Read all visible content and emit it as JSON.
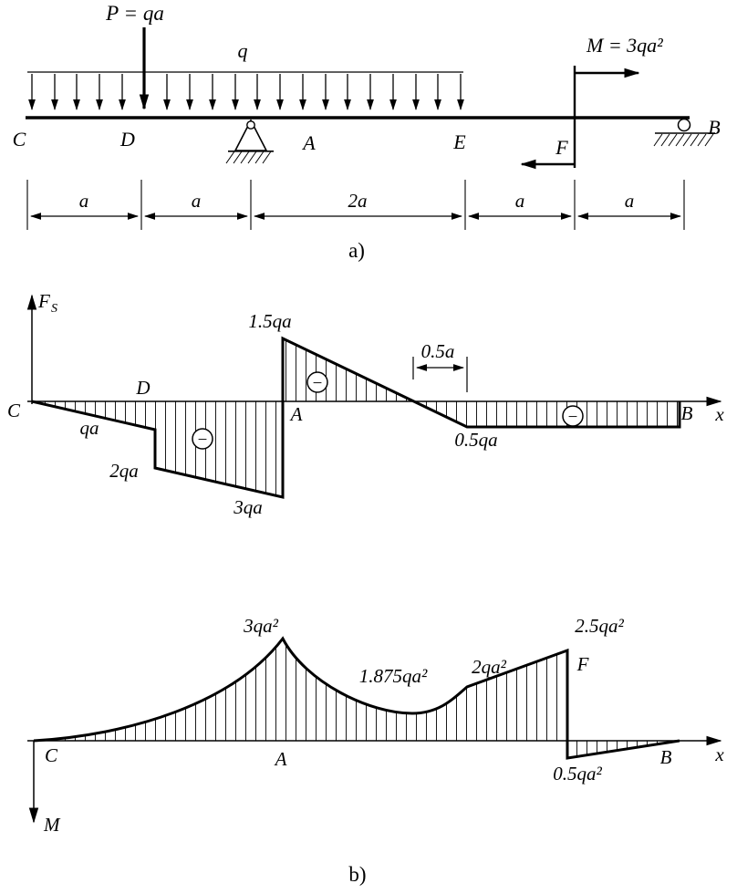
{
  "beam": {
    "point_load_label": "P = qa",
    "uniform_load_label": "q",
    "applied_moment_label": "M = 3qa²",
    "point_c": "C",
    "point_d": "D",
    "point_a": "A",
    "point_e": "E",
    "point_f": "F",
    "point_b": "B",
    "dim_a1": "a",
    "dim_a2": "a",
    "dim_2a": "2a",
    "dim_a4": "a",
    "dim_a5": "a",
    "caption": "a)"
  },
  "shear": {
    "axis_symbol": "F",
    "axis_subscript": "S",
    "x_label": "x",
    "point_c": "C",
    "point_d": "D",
    "point_a": "A",
    "point_b": "B",
    "val_qa": "qa",
    "val_2qa": "2qa",
    "val_3qa": "3qa",
    "val_1_5qa": "1.5qa",
    "val_0_5qa": "0.5qa",
    "dim_half_a": "0.5a",
    "minus": "−"
  },
  "moment": {
    "axis_symbol": "M",
    "x_label": "x",
    "point_c": "C",
    "point_a": "A",
    "point_f": "F",
    "point_b": "B",
    "val_peak": "3qa²",
    "val_local": "1.875qa²",
    "val_at_e": "2qa²",
    "val_at_f": "2.5qa²",
    "val_after_f": "0.5qa²",
    "caption": "b)"
  },
  "chart_data": [
    {
      "type": "line",
      "title": "Shear force diagram Fs(x)",
      "x_unit": "a",
      "y_unit": "qa",
      "x": [
        0,
        1,
        1,
        2,
        2,
        3.5,
        4,
        6,
        6
      ],
      "y": [
        0,
        -1,
        -2,
        -3,
        1.5,
        0,
        -0.5,
        -0.5,
        0
      ],
      "annotations": [
        "qa at D",
        "2qa just right of D",
        "3qa at A (left)",
        "1.5qa at A (right)",
        "0.5qa constant E to B",
        "zero crossing 0.5a left of E",
        "negative regions marked with circled minus"
      ]
    },
    {
      "type": "line",
      "title": "Bending moment diagram M(x), M axis drawn downward",
      "x_unit": "a",
      "y_unit": "qa²",
      "x": [
        0,
        2,
        3.5,
        4,
        5,
        5,
        6
      ],
      "y": [
        0,
        3,
        1.875,
        2,
        2.5,
        -0.5,
        0
      ],
      "annotations": [
        "3qa² peak at A",
        "1.875qa² local extremum",
        "2qa² at E",
        "2.5qa² at F (left)",
        "0.5qa² at F (right)"
      ]
    }
  ]
}
